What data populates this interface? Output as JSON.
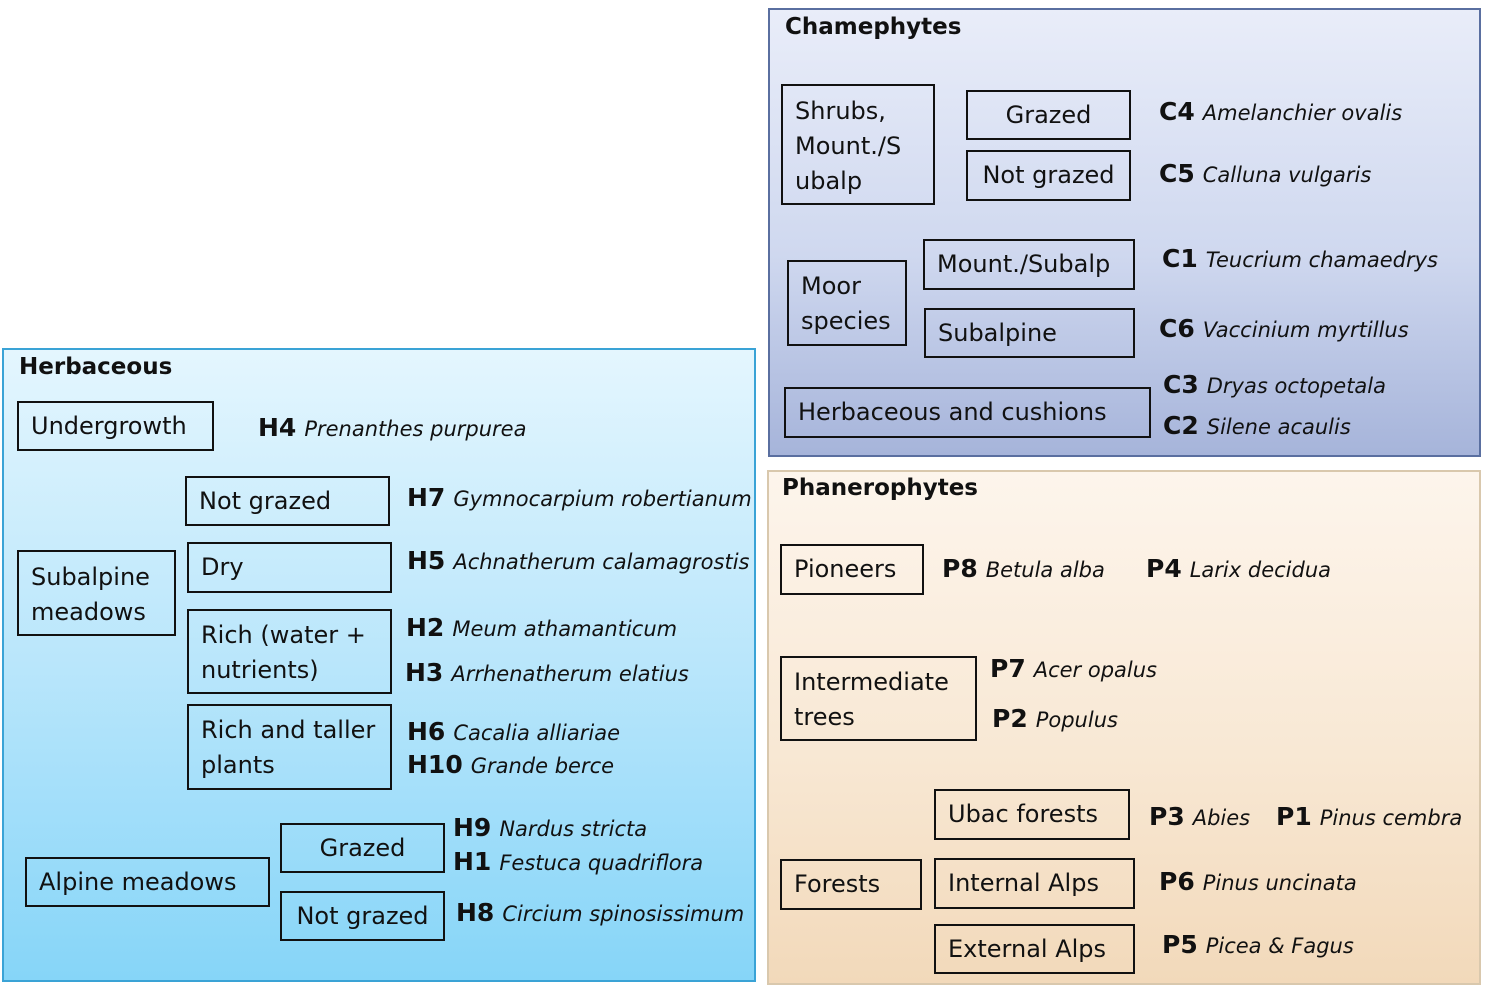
{
  "herbaceous": {
    "title": "Herbaceous",
    "boxes": {
      "undergrowth": "Undergrowth",
      "subalpine_meadows_1": "Subalpine",
      "subalpine_meadows_2": "meadows",
      "not_grazed": "Not grazed",
      "dry": "Dry",
      "rich_water_1": "Rich (water +",
      "rich_water_2": "nutrients)",
      "rich_taller_1": "Rich and taller",
      "rich_taller_2": "plants",
      "alpine_meadows": "Alpine meadows",
      "alpine_grazed": "Grazed",
      "alpine_not_grazed": "Not grazed"
    },
    "species": [
      {
        "code": "H4",
        "name": "Prenanthes purpurea"
      },
      {
        "code": "H7",
        "name": "Gymnocarpium robertianum"
      },
      {
        "code": "H5",
        "name": "Achnatherum calamagrostis"
      },
      {
        "code": "H2",
        "name": "Meum athamanticum"
      },
      {
        "code": "H3",
        "name": "Arrhenatherum elatius"
      },
      {
        "code": "H6",
        "name": "Cacalia alliariae"
      },
      {
        "code": "H10",
        "name": "Grande berce"
      },
      {
        "code": "H9",
        "name": "Nardus stricta"
      },
      {
        "code": "H1",
        "name": "Festuca quadriflora"
      },
      {
        "code": "H8",
        "name": "Circium spinosissimum"
      }
    ]
  },
  "chamephytes": {
    "title": "Chamephytes",
    "boxes": {
      "shrubs_1": "Shrubs,",
      "shrubs_2": "Mount./S",
      "shrubs_3": "ubalp",
      "grazed": "Grazed",
      "not_grazed": "Not grazed",
      "moor_1": "Moor",
      "moor_2": "species",
      "mount_subalp": "Mount./Subalp",
      "subalpine": "Subalpine",
      "herb_cushions": "Herbaceous and cushions"
    },
    "species": [
      {
        "code": "C4",
        "name": "Amelanchier ovalis"
      },
      {
        "code": "C5",
        "name": "Calluna vulgaris"
      },
      {
        "code": "C1",
        "name": "Teucrium chamaedrys"
      },
      {
        "code": "C6",
        "name": "Vaccinium myrtillus"
      },
      {
        "code": "C3",
        "name": "Dryas octopetala"
      },
      {
        "code": "C2",
        "name": "Silene acaulis"
      }
    ]
  },
  "phanerophytes": {
    "title": "Phanerophytes",
    "boxes": {
      "pioneers": "Pioneers",
      "intermediate_1": "Intermediate",
      "intermediate_2": "trees",
      "forests": "Forests",
      "ubac": "Ubac forests",
      "internal": "Internal Alps",
      "external": "External Alps"
    },
    "species": [
      {
        "code": "P8",
        "name": "Betula alba"
      },
      {
        "code": "P4",
        "name": "Larix decidua"
      },
      {
        "code": "P7",
        "name": "Acer opalus"
      },
      {
        "code": "P2",
        "name": "Populus"
      },
      {
        "code": "P3",
        "name": "Abies"
      },
      {
        "code": "P1",
        "name": "Pinus cembra"
      },
      {
        "code": "P6",
        "name": "Pinus uncinata"
      },
      {
        "code": "P5",
        "name": "Picea & Fagus"
      }
    ]
  }
}
